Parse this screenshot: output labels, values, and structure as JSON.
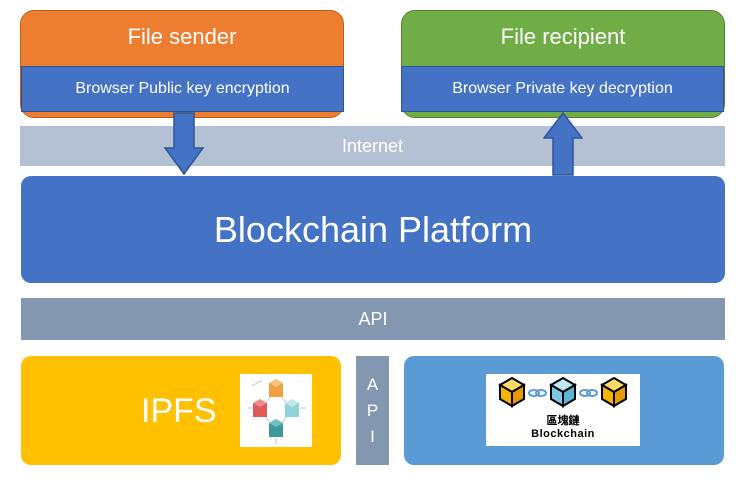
{
  "sender": {
    "title": "File sender",
    "action": "Browser Public key encryption"
  },
  "recipient": {
    "title": "File recipient",
    "action": "Browser Private key decryption"
  },
  "internet": "Internet",
  "platform": "Blockchain Platform",
  "api": "API",
  "api_vertical": [
    "A",
    "P",
    "I"
  ],
  "ipfs": {
    "label": "IPFS",
    "icon": "ipfs-cubes-icon"
  },
  "blockchain_logo": {
    "cjk": "區塊鏈",
    "en": "Blockchain",
    "icon": "blockchain-cubes-icon"
  },
  "colors": {
    "sender": "#ed7d31",
    "recipient": "#70ad47",
    "action": "#4472c4",
    "internet": "#b4c0d4",
    "platform": "#4472c4",
    "api": "#8497b0",
    "ipfs": "#ffc000",
    "blockchain": "#5b9bd5"
  }
}
